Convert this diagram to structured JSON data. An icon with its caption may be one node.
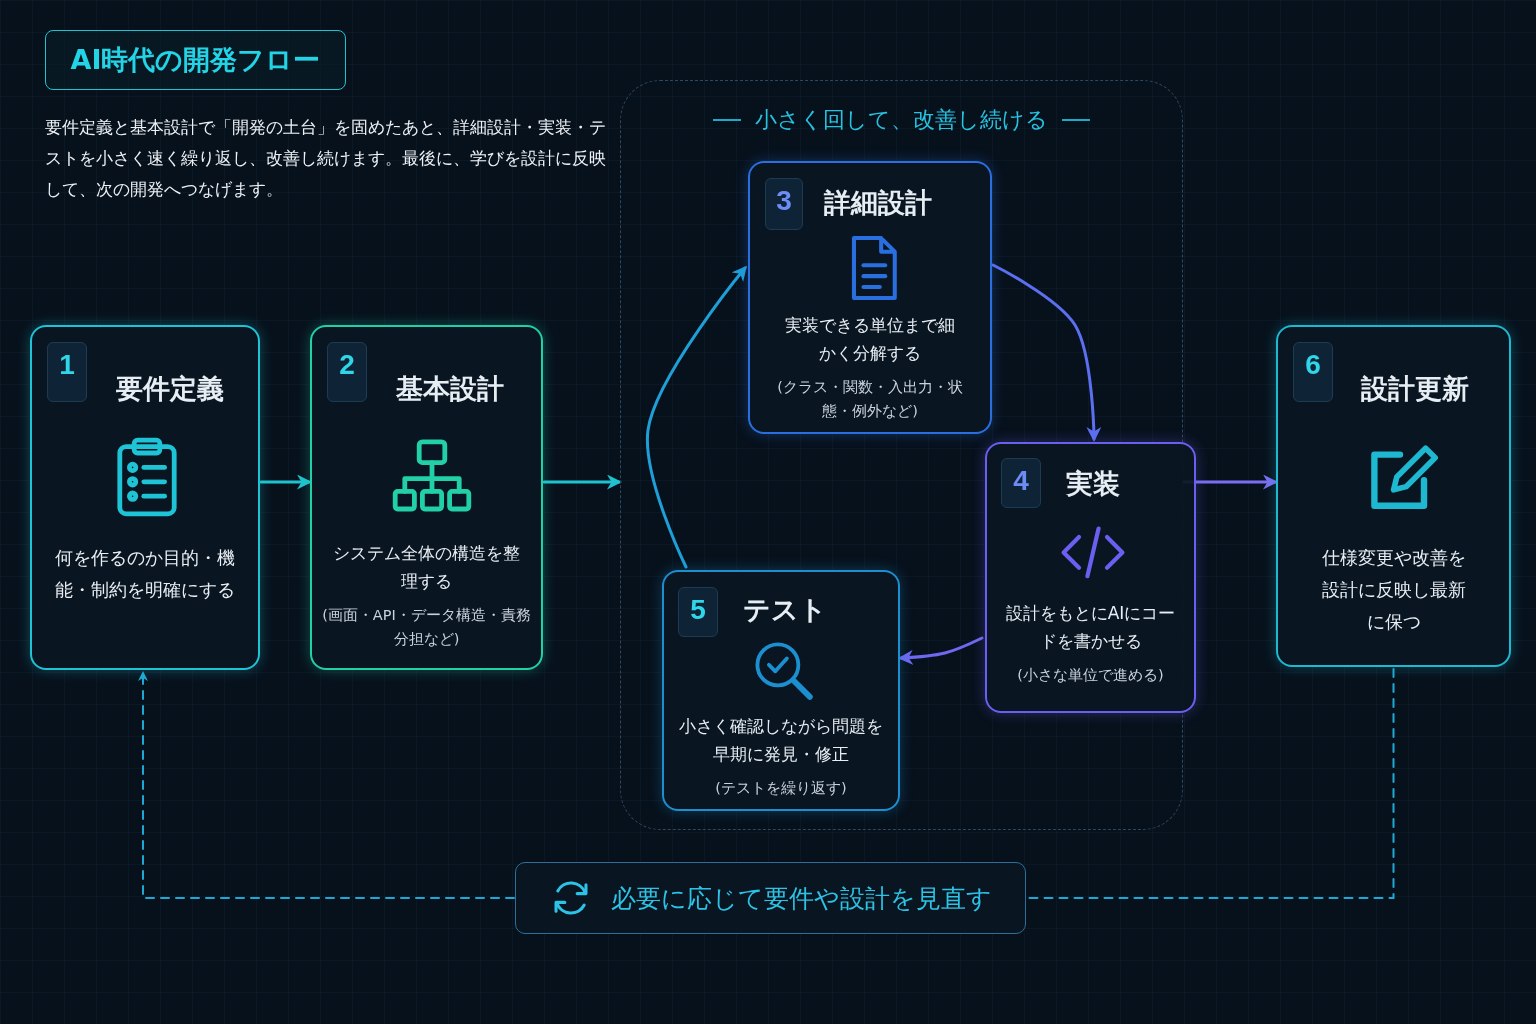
{
  "diagram": {
    "title": "AI時代の開発フロー",
    "nodes": [
      {
        "text": [
          "小さく回して、改善し続ける"
        ]
      },
      {
        "text": [
          "1",
          "要件定義",
          "何を作るのか目的・機能・制約を明確にする"
        ]
      },
      {
        "text": [
          "2",
          "基本設計",
          "システム全体の構造を整理する",
          "(画面・API・データ構造・責務分担など)"
        ]
      },
      {
        "text": [
          "3",
          "詳細設計",
          "実装できる単位まで細かく分解する",
          "(クラス・関数・入出力・状態・例外など)"
        ],
        "in": 0
      },
      {
        "text": [
          "4",
          "実装",
          "設計をもとにAIにコードを書かせる",
          "(小さな単位で進める)"
        ],
        "in": 0
      },
      {
        "text": [
          "5",
          "テスト",
          "小さく確認しながら問題を早期に発見・修正",
          "(テストを繰り返す)"
        ],
        "in": 0
      },
      {
        "text": [
          "6",
          "設計更新",
          "仕様変更や改善を設計に反映し最新に保つ"
        ]
      },
      {
        "text": [
          "必要に応じて要件や設計を見直す"
        ]
      }
    ],
    "edges": [
      {
        "from": 1,
        "to": 2,
        "arrow": "to",
        "color": "#1fc3cf"
      },
      {
        "from": 2,
        "to": 0,
        "arrow": "to",
        "color": "#1fc3cf"
      },
      {
        "from": 0,
        "to": 6,
        "arrow": "to",
        "color": "#7b6ef2"
      },
      {
        "from": 3,
        "to": 4,
        "arrow": "to",
        "color": "#5c6ff0"
      },
      {
        "from": 4,
        "to": 5,
        "arrow": "to",
        "color": "#6f68f0"
      },
      {
        "from": 5,
        "to": 3,
        "arrow": "to",
        "color": "#1f9fd8"
      },
      {
        "from": 6,
        "to": 7,
        "arrow": "none",
        "style": "dashed",
        "color": "#1ea9d4"
      },
      {
        "from": 7,
        "to": 1,
        "arrow": "to",
        "style": "dashed",
        "color": "#1ea9d4"
      }
    ],
    "labels": [
      "要件定義と基本設計で「開発の土台」を固めたあと、詳細設計・実装・テストを小さく速く繰り返し、改善し続けます。最後に、学びを設計に反映して、次の開発へつなげます。"
    ]
  }
}
